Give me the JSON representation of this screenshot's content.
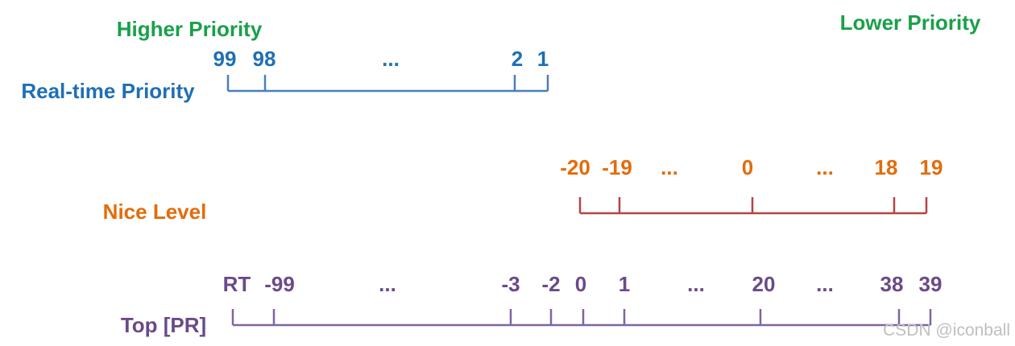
{
  "colors": {
    "green": "#1aa04a",
    "blue": "#1f6fb5",
    "orange": "#e36c0a",
    "red_line": "#b44444",
    "purple": "#6a4a88",
    "watermark": "#bfbfbf"
  },
  "labels": {
    "higher_priority": "Higher Priority",
    "lower_priority": "Lower Priority",
    "realtime_priority": "Real-time Priority",
    "nice_level": "Nice Level",
    "top_pr": "Top [PR]",
    "watermark": "CSDN @iconball"
  },
  "realtime_scale": {
    "ticks": [
      "99",
      "98",
      "...",
      "2",
      "1"
    ],
    "ellipsis": "..."
  },
  "nice_scale": {
    "ticks": [
      "-20",
      "-19",
      "...",
      "0",
      "...",
      "18",
      "19"
    ]
  },
  "top_scale": {
    "ticks": [
      "RT",
      "-99",
      "...",
      "-3",
      "-2",
      "0",
      "1",
      "...",
      "20",
      "...",
      "38",
      "39"
    ]
  }
}
